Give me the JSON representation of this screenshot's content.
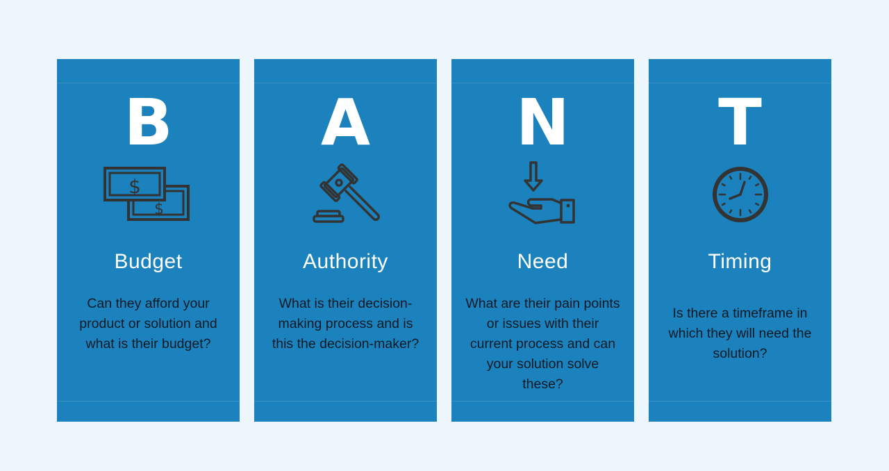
{
  "colors": {
    "background": "#ECF6FC",
    "panel": "#1C82BE",
    "letter": "#FFFFFF",
    "title": "#FFFFFF",
    "description": "#0D1A24",
    "icon_stroke": "#333333"
  },
  "panels": [
    {
      "letter": "B",
      "icon": "money-bills-icon",
      "title": "Budget",
      "description": "Can they afford your product or solution and what is their budget?"
    },
    {
      "letter": "A",
      "icon": "gavel-icon",
      "title": "Authority",
      "description": "What is their decision-making process and is this the decision-maker?"
    },
    {
      "letter": "N",
      "icon": "hand-receive-arrow-icon",
      "title": "Need",
      "description": "What are their pain points or issues with their current process and can your solution solve these?"
    },
    {
      "letter": "T",
      "icon": "clock-icon",
      "title": "Timing",
      "description": "Is there a timeframe in which they will need the solution?"
    }
  ]
}
